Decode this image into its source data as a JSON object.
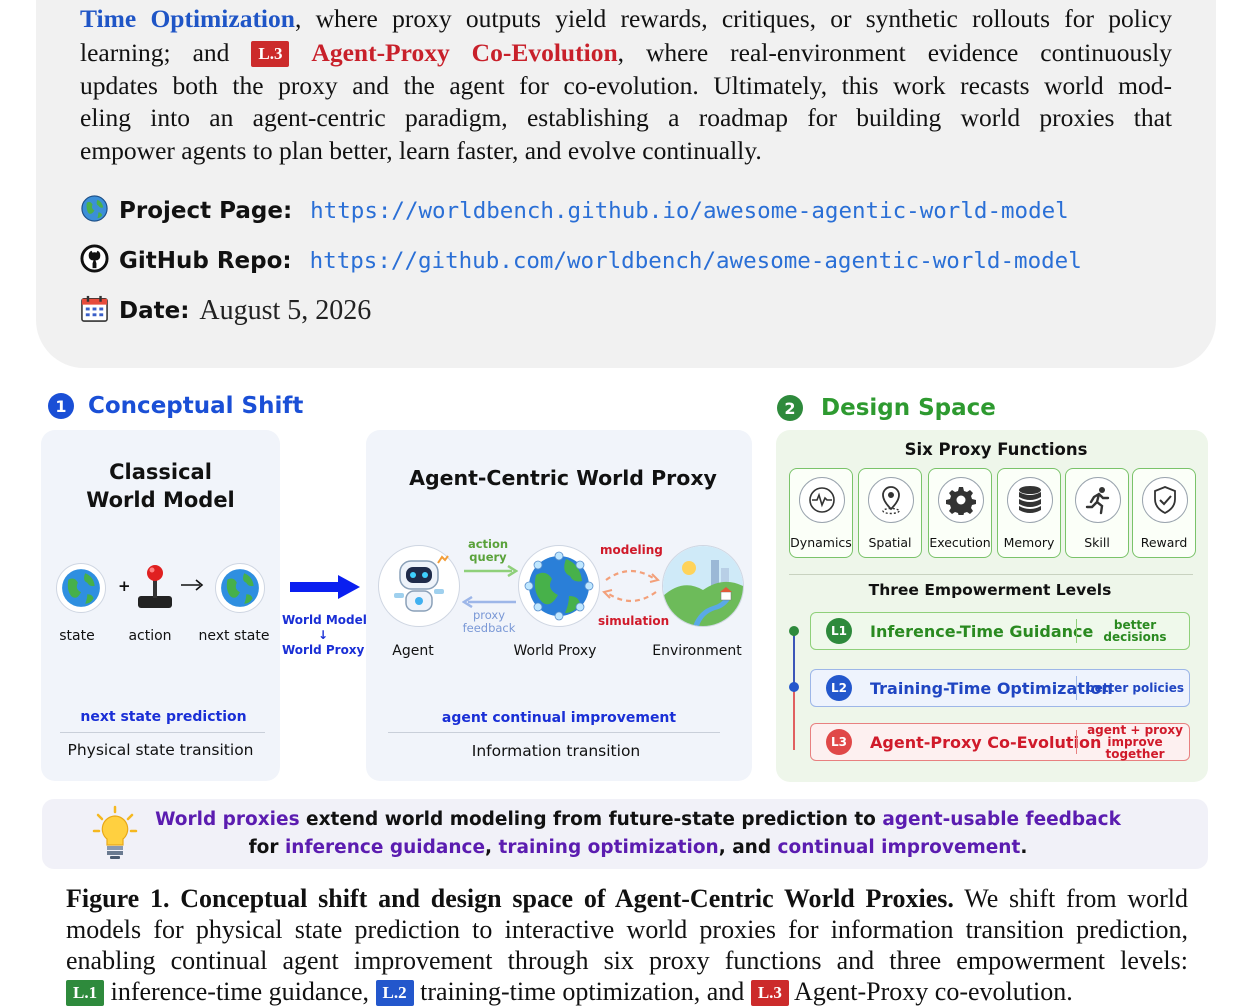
{
  "abstract": {
    "line0_pre": "Time Optimization",
    "line0_rest": ", where proxy outputs yield rewards, critiques, or synthetic rollouts for policy",
    "line1_pre": "learning; and",
    "line1_tag": "L.3",
    "line1_link": "Agent-Proxy Co-Evolution",
    "line1_rest": ", where real-environment evidence continuously",
    "line2": "updates both the proxy and the agent for co-evolution. Ultimately, this work recasts world mod-",
    "line3": "eling into an agent-centric paradigm, establishing a roadmap for building world proxies that",
    "line4": "empower agents to plan better, learn faster, and evolve continually."
  },
  "meta": {
    "project_label": "Project Page:",
    "project_url": "https://worldbench.github.io/awesome-agentic-world-model",
    "github_label": "GitHub Repo:",
    "github_url": "https://github.com/worldbench/awesome-agentic-world-model",
    "date_label": "Date:",
    "date_value": "August 5, 2026"
  },
  "figure": {
    "sec1_num": "1",
    "sec1_title": "Conceptual Shift",
    "sec2_num": "2",
    "sec2_title": "Design Space",
    "classical_title_1": "Classical",
    "classical_title_2": "World Model",
    "state": "state",
    "action": "action",
    "next_state": "next state",
    "plus": "+",
    "next_state_prediction": "next state prediction",
    "physical_transition": "Physical state transition",
    "shift_from": "World Model",
    "shift_arrow": "↓",
    "shift_to": "World Proxy",
    "proxy_title": "Agent-Centric World Proxy",
    "action_query_1": "action",
    "action_query_2": "query",
    "proxy_feedback_1": "proxy",
    "proxy_feedback_2": "feedback",
    "modeling": "modeling",
    "simulation": "simulation",
    "agent": "Agent",
    "world_proxy": "World Proxy",
    "environment": "Environment",
    "agent_improvement": "agent continual improvement",
    "information_transition": "Information transition",
    "six_functions_title": "Six Proxy Functions",
    "functions": [
      "Dynamics",
      "Spatial",
      "Execution",
      "Memory",
      "Skill",
      "Reward"
    ],
    "three_levels_title": "Three Empowerment Levels",
    "levels": [
      {
        "num": "L1",
        "name": "Inference-Time Guidance",
        "note1": "better decisions",
        "note2": ""
      },
      {
        "num": "L2",
        "name": "Training-Time Optimization",
        "note1": "better policies",
        "note2": ""
      },
      {
        "num": "L3",
        "name": "Agent-Proxy Co-Evolution",
        "note1": "agent + proxy",
        "note2": "improve together"
      }
    ],
    "insight": {
      "p1": "World proxies",
      "p2": " extend world modeling from future-state prediction to ",
      "p3": "agent-usable feedback",
      "p4": "for ",
      "p5": "inference guidance",
      "p6": ", ",
      "p7": "training optimization",
      "p8": ", and ",
      "p9": "continual improvement",
      "p10": "."
    }
  },
  "caption": {
    "label": "Figure 1.",
    "bold_title": "Conceptual shift and design space of Agent-Centric World Proxies.",
    "text1": "We shift from world",
    "line2": "models for physical state prediction to interactive world proxies for information transition prediction,",
    "line3": "enabling continual agent improvement through six proxy functions and three empowerment levels:",
    "line4_tag1": "L.1",
    "line4_t1": "inference-time guidance,",
    "line4_tag2": "L.2",
    "line4_t2": "training-time optimization, and",
    "line4_tag3": "L.3",
    "line4_t3": "Agent-Proxy co-evolution."
  },
  "colors": {
    "blue_accent": "#1f55c6",
    "green_accent": "#2e8a3c",
    "red_accent": "#cc2b2b",
    "panel_bg": "#f1f1f1"
  }
}
